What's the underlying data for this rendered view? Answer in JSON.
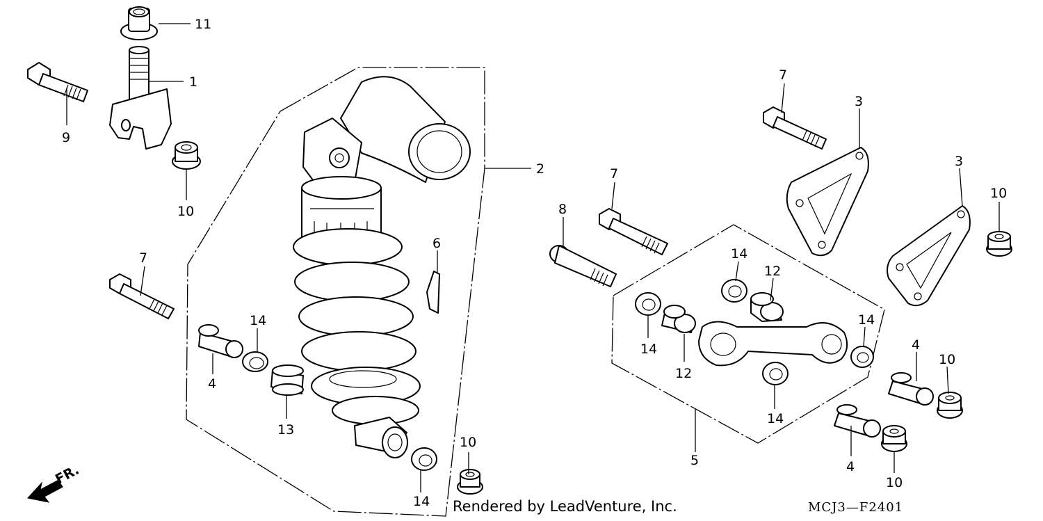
{
  "callouts": [
    {
      "id": "1",
      "text": "1"
    },
    {
      "id": "2",
      "text": "2"
    },
    {
      "id": "3a",
      "text": "3"
    },
    {
      "id": "3b",
      "text": "3"
    },
    {
      "id": "4a",
      "text": "4"
    },
    {
      "id": "4b",
      "text": "4"
    },
    {
      "id": "4c",
      "text": "4"
    },
    {
      "id": "5",
      "text": "5"
    },
    {
      "id": "6",
      "text": "6"
    },
    {
      "id": "7a",
      "text": "7"
    },
    {
      "id": "7b",
      "text": "7"
    },
    {
      "id": "7c",
      "text": "7"
    },
    {
      "id": "8",
      "text": "8"
    },
    {
      "id": "9",
      "text": "9"
    },
    {
      "id": "10a",
      "text": "10"
    },
    {
      "id": "10b",
      "text": "10"
    },
    {
      "id": "10c",
      "text": "10"
    },
    {
      "id": "10d",
      "text": "10"
    },
    {
      "id": "10e",
      "text": "10"
    },
    {
      "id": "11",
      "text": "11"
    },
    {
      "id": "12a",
      "text": "12"
    },
    {
      "id": "12b",
      "text": "12"
    },
    {
      "id": "13",
      "text": "13"
    },
    {
      "id": "14a",
      "text": "14"
    },
    {
      "id": "14b",
      "text": "14"
    },
    {
      "id": "14c",
      "text": "14"
    },
    {
      "id": "14d",
      "text": "14"
    },
    {
      "id": "14e",
      "text": "14"
    },
    {
      "id": "14f",
      "text": "14"
    }
  ],
  "front_indicator": "FR.",
  "credit": "Rendered by LeadVenture, Inc.",
  "figure_code": "MCJ3—F2401"
}
